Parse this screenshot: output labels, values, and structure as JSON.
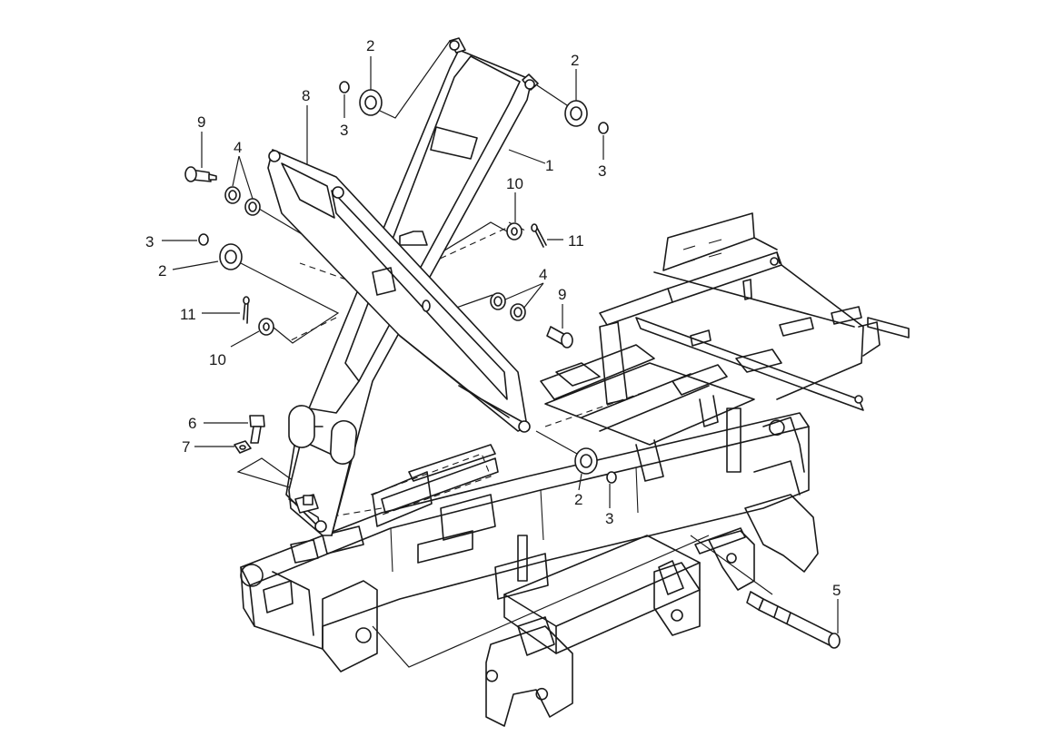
{
  "callouts": [
    {
      "id": "c1",
      "text": "1"
    },
    {
      "id": "c2a",
      "text": "2"
    },
    {
      "id": "c2b",
      "text": "2"
    },
    {
      "id": "c2c",
      "text": "2"
    },
    {
      "id": "c2d",
      "text": "2"
    },
    {
      "id": "c3a",
      "text": "3"
    },
    {
      "id": "c3b",
      "text": "3"
    },
    {
      "id": "c3c",
      "text": "3"
    },
    {
      "id": "c3d",
      "text": "3"
    },
    {
      "id": "c4a",
      "text": "4"
    },
    {
      "id": "c4b",
      "text": "4"
    },
    {
      "id": "c5",
      "text": "5"
    },
    {
      "id": "c6",
      "text": "6"
    },
    {
      "id": "c7",
      "text": "7"
    },
    {
      "id": "c8",
      "text": "8"
    },
    {
      "id": "c9a",
      "text": "9"
    },
    {
      "id": "c9b",
      "text": "9"
    },
    {
      "id": "c10a",
      "text": "10"
    },
    {
      "id": "c10b",
      "text": "10"
    },
    {
      "id": "c11a",
      "text": "11"
    },
    {
      "id": "c11b",
      "text": "11"
    }
  ]
}
